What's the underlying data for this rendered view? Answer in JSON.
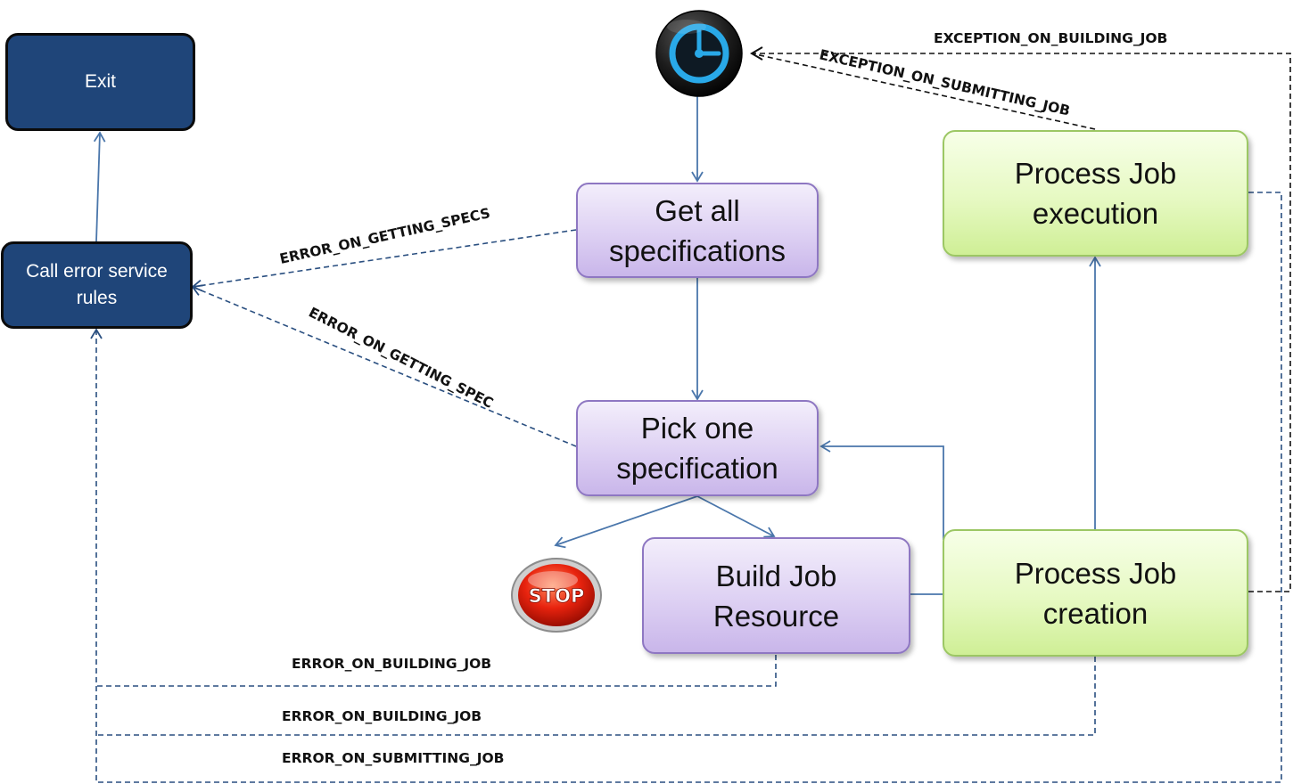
{
  "nodes": {
    "exit": "Exit",
    "call_error": "Call error service\nrules",
    "get_all_specs": "Get all\nspecifications",
    "pick_one_spec": "Pick one\nspecification",
    "build_job": "Build Job\nResource",
    "process_creation": "Process Job\ncreation",
    "process_execution": "Process Job\nexecution"
  },
  "stop_sign": "STOP",
  "edge_labels": {
    "exception_on_building_job": "EXCEPTION_ON_BUILDING_JOB",
    "exception_on_submitting_job": "EXCEPTION_ON_SUBMITTING_JOB",
    "error_on_getting_specs": "ERROR_ON_GETTING_SPECS",
    "error_on_getting_spec": "ERROR_ON_GETTING_SPEC",
    "error_on_building_job_1": "ERROR_ON_BUILDING_JOB",
    "error_on_building_job_2": "ERROR_ON_BUILDING_JOB",
    "error_on_submitting_job": "ERROR_ON_SUBMITTING_JOB"
  },
  "icons": {
    "start": "clock-icon",
    "stop": "stop-sign-icon"
  },
  "colors": {
    "dark_node": "#1f4579",
    "purple_node": "#ddd0f3",
    "green_node": "#e6f9c2",
    "solid_arrow": "#4a76ab",
    "dashed_arrow": "#2a4f80",
    "stop_red": "#e8230e"
  }
}
